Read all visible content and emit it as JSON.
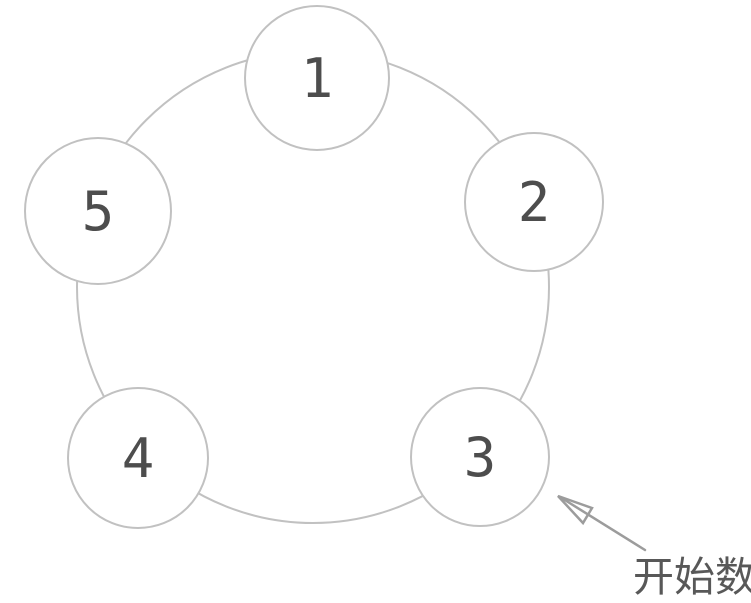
{
  "diagram": {
    "description": "Five circles numbered 1-5 arranged in a ring, with an arrow pointing at circle 3",
    "nodes": [
      {
        "label": "1"
      },
      {
        "label": "2"
      },
      {
        "label": "3"
      },
      {
        "label": "4"
      },
      {
        "label": "5"
      }
    ],
    "annotation": {
      "label": "开始数",
      "target_node": "3"
    },
    "colors": {
      "background": "#ffffff",
      "circle_stroke": "#c1c1c1",
      "circle_fill": "#ffffff",
      "number_text": "#4d4d4d",
      "arrow": "#9c9c9c",
      "annotation_text": "#585858"
    }
  }
}
